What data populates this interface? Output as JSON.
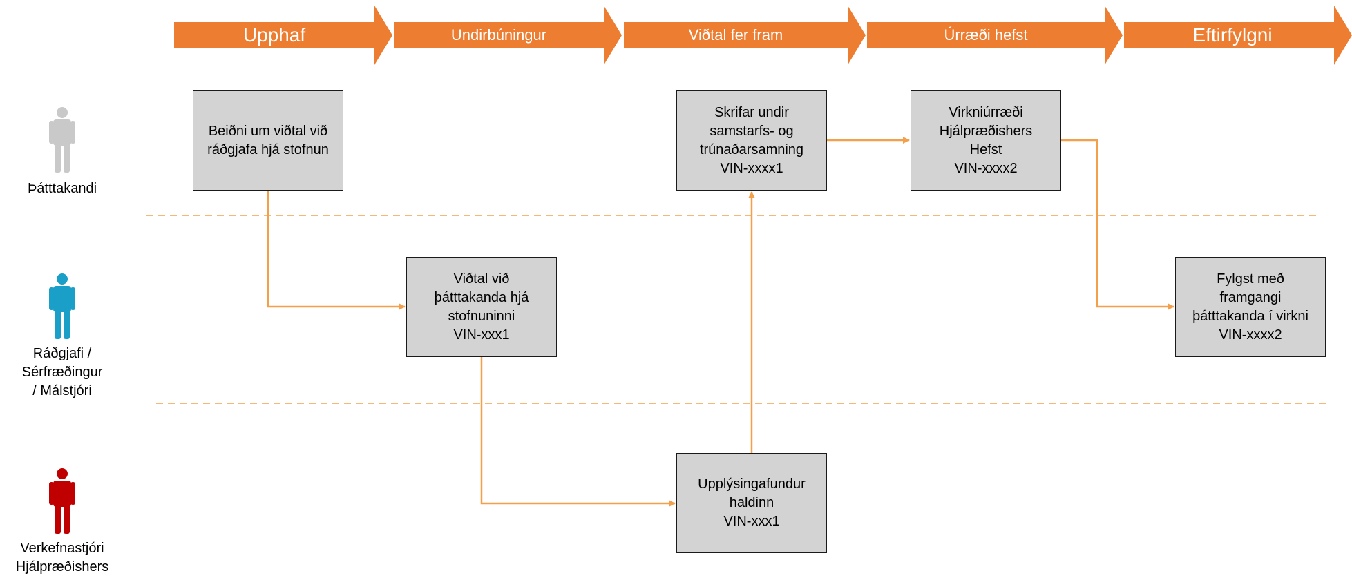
{
  "phases": [
    {
      "label": "Upphaf"
    },
    {
      "label": "Undirbúningur"
    },
    {
      "label": "Viðtal fer fram"
    },
    {
      "label": "Úrræði hefst"
    },
    {
      "label": "Eftirfylgni"
    }
  ],
  "actors": [
    {
      "label": "Þátttakandi",
      "icon": "person-icon",
      "color": "#c9c9c9"
    },
    {
      "label": "Ráðgjafi /\nSérfræðingur\n/ Málstjóri",
      "icon": "person-icon",
      "color": "#1aa0c8"
    },
    {
      "label": "Verkefnastjóri\nHjálpræðishers",
      "icon": "person-icon",
      "color": "#c00000"
    }
  ],
  "boxes": {
    "beidni": "Beiðni um viðtal við\nráðgjafa hjá stofnun",
    "skrifar": "Skrifar undir\nsamstarfs- og\ntrúnaðarsamning\nVIN-xxxx1",
    "virkni": "Virkniúrræði\nHjálpræðishers\nHefst\nVIN-xxxx2",
    "vidtal_stofnun": "Viðtal við\nþátttakanda hjá\nstofnuninni\nVIN-xxx1",
    "fylgst": "Fylgst með\nframgangi\nþátttakanda í virkni\nVIN-xxxx2",
    "upplysinga": "Upplýsingafundur\nhaldinn\nVIN-xxx1"
  },
  "colors": {
    "accent": "#ed7d31",
    "connector": "#f4a04a",
    "lane_divider": "#f4a04a",
    "box_fill": "#d3d3d3"
  }
}
